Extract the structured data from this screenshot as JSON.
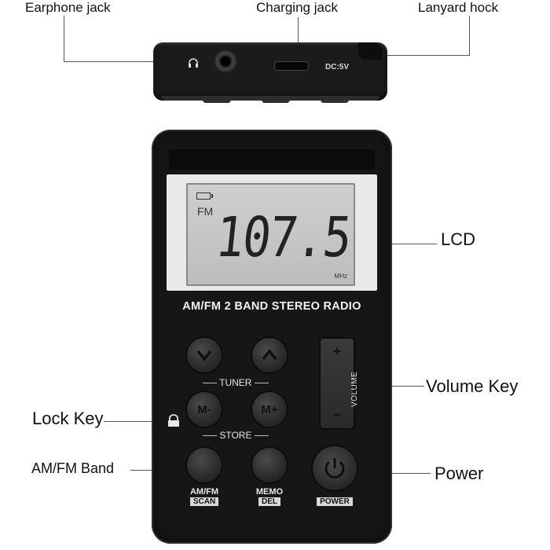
{
  "callouts": {
    "earphone_jack": "Earphone jack",
    "charging_jack": "Charging jack",
    "lanyard_hock": "Lanyard hock",
    "lcd": "LCD",
    "volume_key": "Volume Key",
    "lock_key": "Lock Key",
    "am_fm_band": "AM/FM Band",
    "power": "Power"
  },
  "topview": {
    "dc_label": "DC:5V"
  },
  "lcd": {
    "band": "FM",
    "frequency": "107.5",
    "unit": "MHz"
  },
  "radio": {
    "title": "AM/FM 2 BAND STEREO RADIO",
    "tuner_label": "TUNER",
    "store_label": "STORE",
    "volume_label": "VOLUME",
    "m_minus": "M-",
    "m_plus": "M+",
    "amfm_label": "AM/FM",
    "scan_label": "SCAN",
    "memo_label": "MEMO",
    "del_label": "DEL",
    "power_label": "POWER"
  },
  "icons": {
    "headphone": "headphone-icon",
    "lock": "lock-icon",
    "power": "power-icon",
    "chevron_down": "chevron-down-icon",
    "chevron_up": "chevron-up-icon"
  }
}
